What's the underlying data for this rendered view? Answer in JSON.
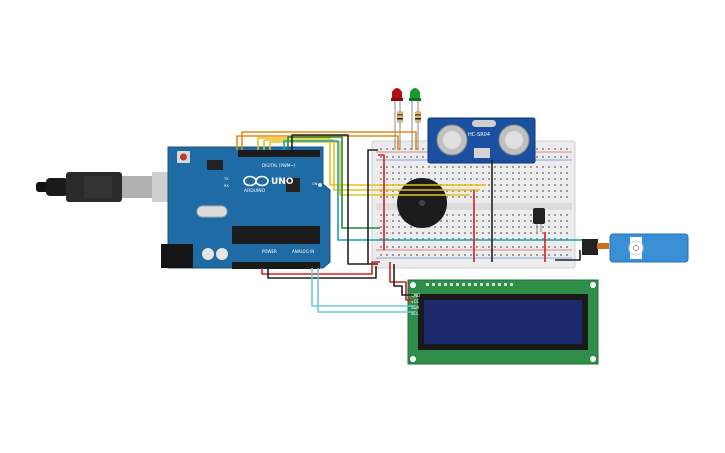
{
  "colors": {
    "background": "#ffffff",
    "arduino_board": "#1f6ba6",
    "breadboard": "#ececec",
    "lcd_board": "#2f8f4a",
    "lcd_screen": "#1d2a6b",
    "sensor_board": "#1b4fa0",
    "servo_body": "#3b8fd4",
    "wire_red": "#d22020",
    "wire_black": "#222222",
    "wire_orange": "#e88a14",
    "wire_yellow": "#e8c21a",
    "wire_green": "#1a8a3a",
    "wire_teal": "#1aa0b0",
    "wire_cyan": "#6cc8d8",
    "led_red": "#b01010",
    "led_green": "#1a9a2a"
  },
  "arduino": {
    "logo_text": "ARDUINO",
    "model_text": "UNO",
    "digital_header": "DIGITAL (PWM~)",
    "power_header": "POWER",
    "analog_header": "ANALOG IN",
    "tx_label": "TX",
    "rx_label": "RX",
    "on_label": "ON"
  },
  "ultrasonic": {
    "model_text": "HC-SR04"
  },
  "lcd": {
    "pin_labels": [
      "GND",
      "VCC",
      "SDA",
      "SCL"
    ]
  },
  "icons": {
    "usb": "usb-cable-icon",
    "buzzer": "buzzer-icon",
    "potentiometer": "tilt-sensor-icon",
    "servo": "servo-motor-icon"
  }
}
